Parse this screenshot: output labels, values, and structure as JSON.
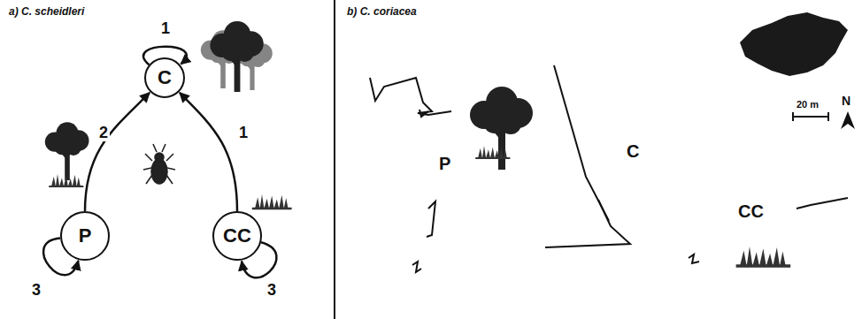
{
  "diagram": {
    "nodes": [
      {
        "text": [
          "C"
        ]
      },
      {
        "text": [
          "P"
        ]
      },
      {
        "text": [
          "CC"
        ]
      }
    ],
    "edges": [
      {
        "from": 0,
        "to": 0,
        "arrow": "to",
        "label": "1"
      },
      {
        "from": 1,
        "to": 0,
        "arrow": "to",
        "label": "2"
      },
      {
        "from": 2,
        "to": 0,
        "arrow": "to",
        "label": "1"
      },
      {
        "from": 1,
        "to": 1,
        "arrow": "to",
        "label": "3"
      },
      {
        "from": 2,
        "to": 2,
        "arrow": "to",
        "label": "3"
      }
    ],
    "labels": [
      "a) C. scheidleri",
      "b) C. coriacea",
      "P",
      "C",
      "CC",
      "20 m",
      "N"
    ]
  }
}
